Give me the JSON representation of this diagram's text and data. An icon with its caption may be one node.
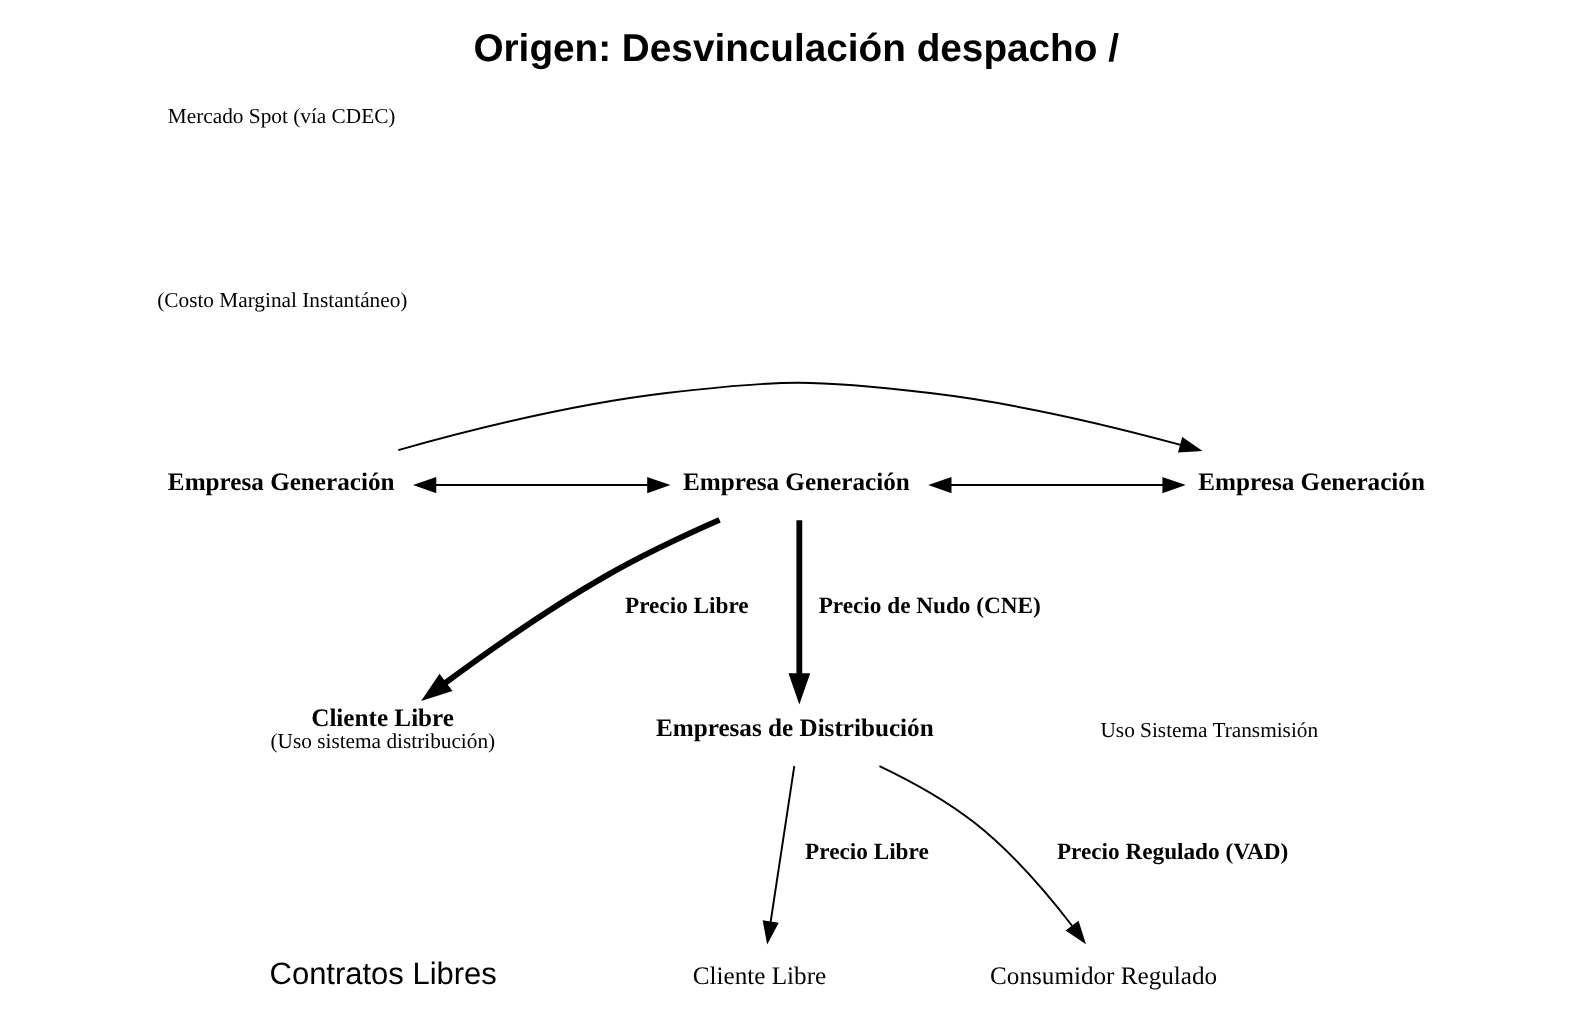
{
  "diagram": {
    "title": "Origen: Desvinculación despacho /",
    "nodes": [
      {
        "text": [
          "Empresa Generación"
        ]
      },
      {
        "text": [
          "Empresa Generación"
        ]
      },
      {
        "text": [
          "Empresa Generación"
        ]
      },
      {
        "text": [
          "Cliente Libre"
        ],
        "beside": [
          "(Uso sistema distribución)"
        ]
      },
      {
        "text": [
          "Empresas de Distribución"
        ]
      },
      {
        "text": [
          "Cliente Libre"
        ]
      },
      {
        "text": [
          "Consumidor Regulado"
        ]
      }
    ],
    "edges": [
      {
        "from": 0,
        "to": 1,
        "arrow": "both"
      },
      {
        "from": 1,
        "to": 2,
        "arrow": "both"
      },
      {
        "from": 0,
        "to": 2,
        "arrow": "to"
      },
      {
        "from": 1,
        "to": 3,
        "arrow": "to",
        "label": "Precio Libre",
        "style": "thick"
      },
      {
        "from": 1,
        "to": 4,
        "arrow": "to",
        "label": "Precio de Nudo (CNE)",
        "style": "thick"
      },
      {
        "from": 4,
        "to": 5,
        "arrow": "to",
        "label": "Precio Libre"
      },
      {
        "from": 4,
        "to": 6,
        "arrow": "to",
        "label": "Precio Regulado (VAD)"
      }
    ],
    "labels": [
      "Mercado Spot (vía CDEC)",
      "(Costo Marginal Instantáneo)",
      "Uso Sistema Transmisión",
      "Contratos Libres"
    ]
  }
}
